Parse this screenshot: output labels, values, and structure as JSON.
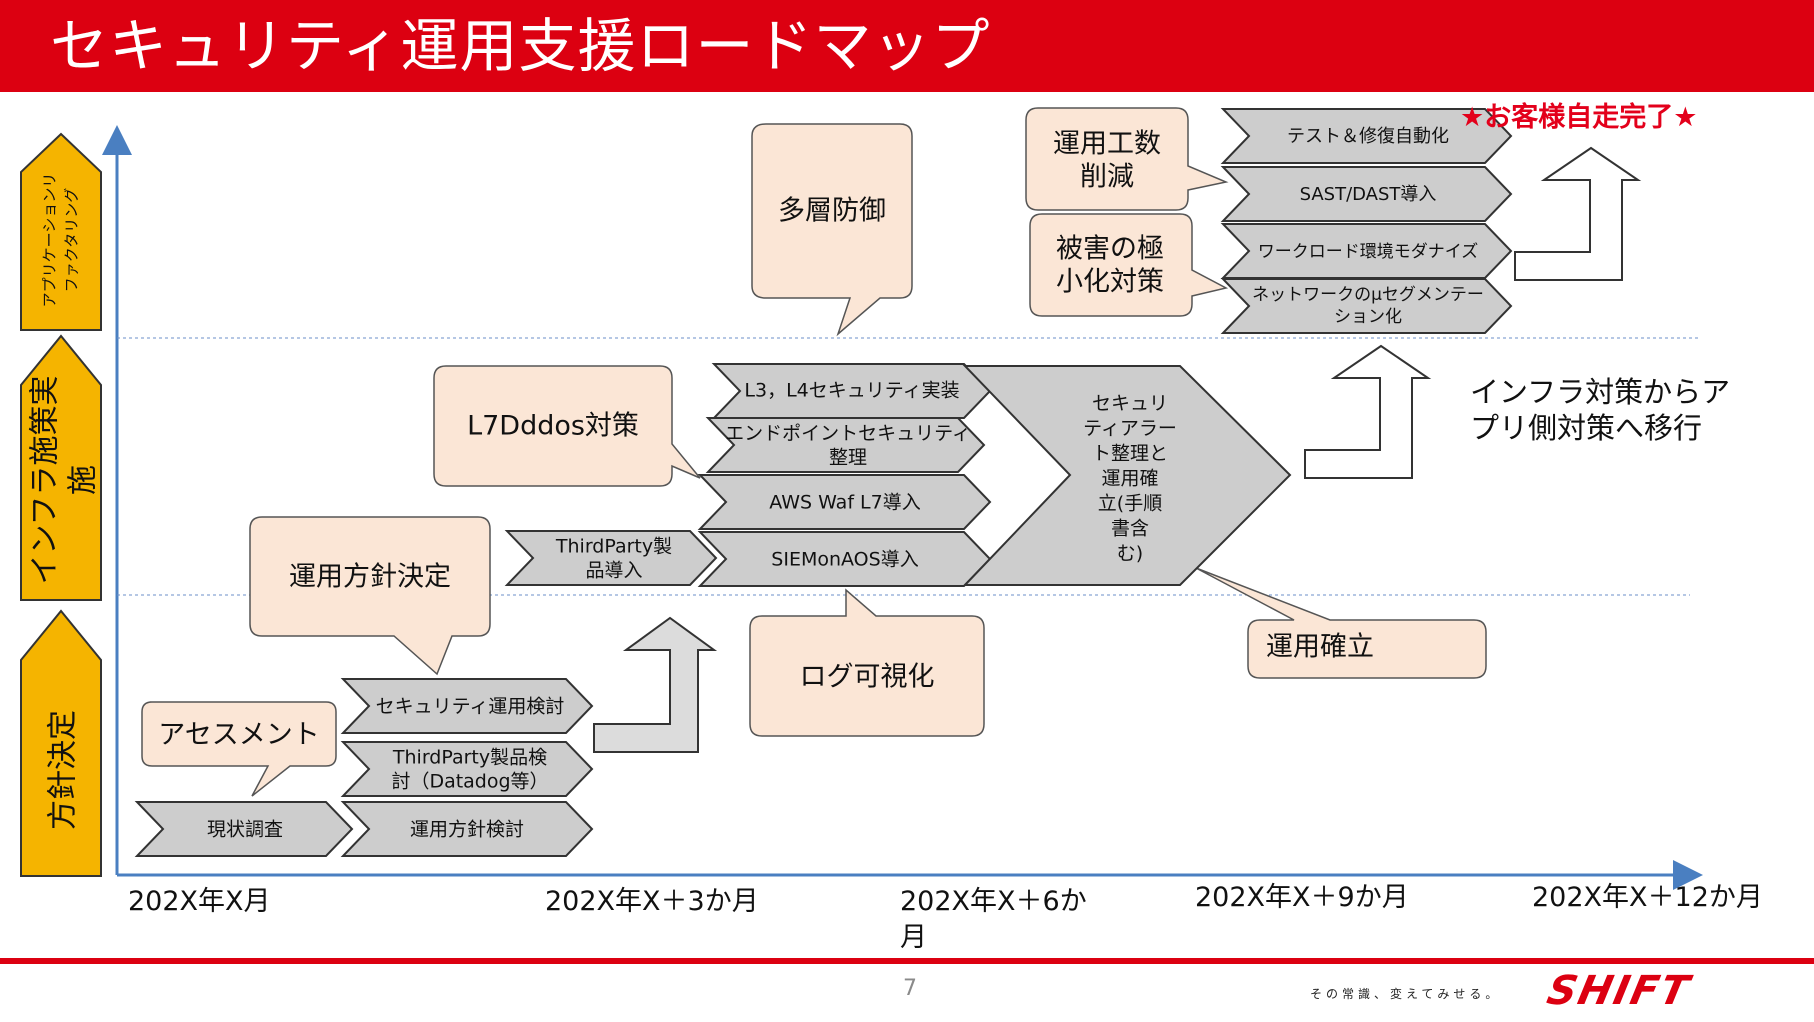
{
  "title": "セキュリティ運用支援ロードマップ",
  "page_number": "7",
  "slogan": "その常識、変えてみせる。",
  "logo_text": "SHIFT",
  "colors": {
    "brand_red": "#dc0011",
    "phase_yellow": "#f5b400",
    "chevron_gray": "#cdcdcd",
    "callout_fill": "#fbe6d6"
  },
  "phases": [
    {
      "label": "方針決定"
    },
    {
      "label_lines": [
        "インフラ施策実",
        "施"
      ]
    },
    {
      "label_lines": [
        "アプリケーションリ",
        "ファクタリング"
      ]
    }
  ],
  "timeline": {
    "ticks": [
      "202X年X月",
      "202X年X＋3か月",
      "202X年X＋6か",
      "月",
      "202X年X＋9か月",
      "202X年X＋12か月"
    ]
  },
  "tasks": {
    "genjo": "現状調査",
    "hoshin_kento": "運用方針検討",
    "ops_kento": "セキュリティ運用検討",
    "tp_kento_lines": [
      "ThirdParty製品検",
      "討（Datadog等）"
    ],
    "tp_donyu_lines": [
      "ThirdParty製",
      "品導入"
    ],
    "l3l4": "L3，L4セキュリティ実装",
    "endpoint_lines": [
      "エンドポイントセキュリティ",
      "整理"
    ],
    "awswaf": "AWS Waf L7導入",
    "siem": "SIEMonAOS導入",
    "alert_lines": [
      "セキュリ",
      "ティアラー",
      "ト整理と",
      "運用確",
      "立(手順",
      "書含",
      "む)"
    ],
    "test": "テスト＆修復自動化",
    "sast": "SAST/DAST導入",
    "workload": "ワークロード環境モダナイズ",
    "network_lines": [
      "ネットワークのμセグメンテー",
      "ション化"
    ]
  },
  "callouts": {
    "assess": "アセスメント",
    "policy": "運用方針決定",
    "l7": "L7Dddos対策",
    "multi": "多層防御",
    "log": "ログ可視化",
    "kosu_lines": [
      "運用工数",
      "削減"
    ],
    "higai_lines": [
      "被害の極",
      "小化対策"
    ],
    "kakuritsu": "運用確立"
  },
  "completion": "★お客様自走完了★",
  "transition_lines": [
    "インフラ対策からア",
    "プリ側対策へ移行"
  ]
}
